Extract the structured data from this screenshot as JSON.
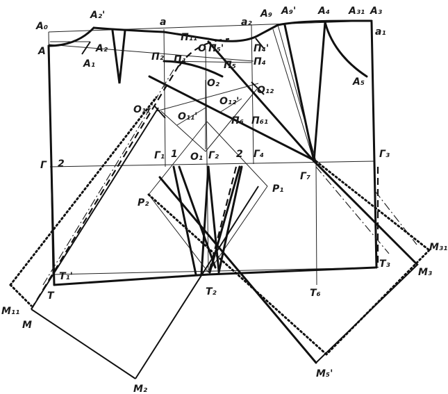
{
  "diagram": {
    "labels": {
      "A0": "A₀",
      "A": "A",
      "A2p": "A₂'",
      "A1": "A₁",
      "A2": "A₂",
      "a": "a",
      "P11": "П₁₁",
      "O": "О",
      "P5p": "П₅'",
      "a2": "a₂",
      "A9": "A₉",
      "A9p": "A₉'",
      "A4": "A₄",
      "A31": "A₃₁",
      "A3": "A₃",
      "a1": "a₁",
      "P2": "П₂",
      "P1": "П₁",
      "P4p": "П₄'",
      "P5": "П₅",
      "P4": "П₄",
      "O2": "О₂",
      "O12": "О₁₂",
      "O12p": "О₁₂'",
      "O11": "О₁₁",
      "O11p": "О₁₁'",
      "P6": "П₆",
      "P61": "П₆₁",
      "A5": "A₅",
      "G": "Г",
      "n2left": "2",
      "G1": "Г₁",
      "n1": "1",
      "O1": "О₁",
      "G2": "Г₂",
      "n2": "2",
      "G4": "Г₄",
      "G3": "Г₃",
      "G7": "Г₇",
      "P2pt": "P₂",
      "P1pt": "P₁",
      "M31": "M₃₁",
      "T3": "T₃",
      "M3": "M₃",
      "T1p": "T₁'",
      "T": "T",
      "T2": "T₂",
      "T6": "T₆",
      "M11": "M₁₁",
      "M": "M",
      "M5p": "M₅'",
      "M2": "M₂"
    }
  }
}
